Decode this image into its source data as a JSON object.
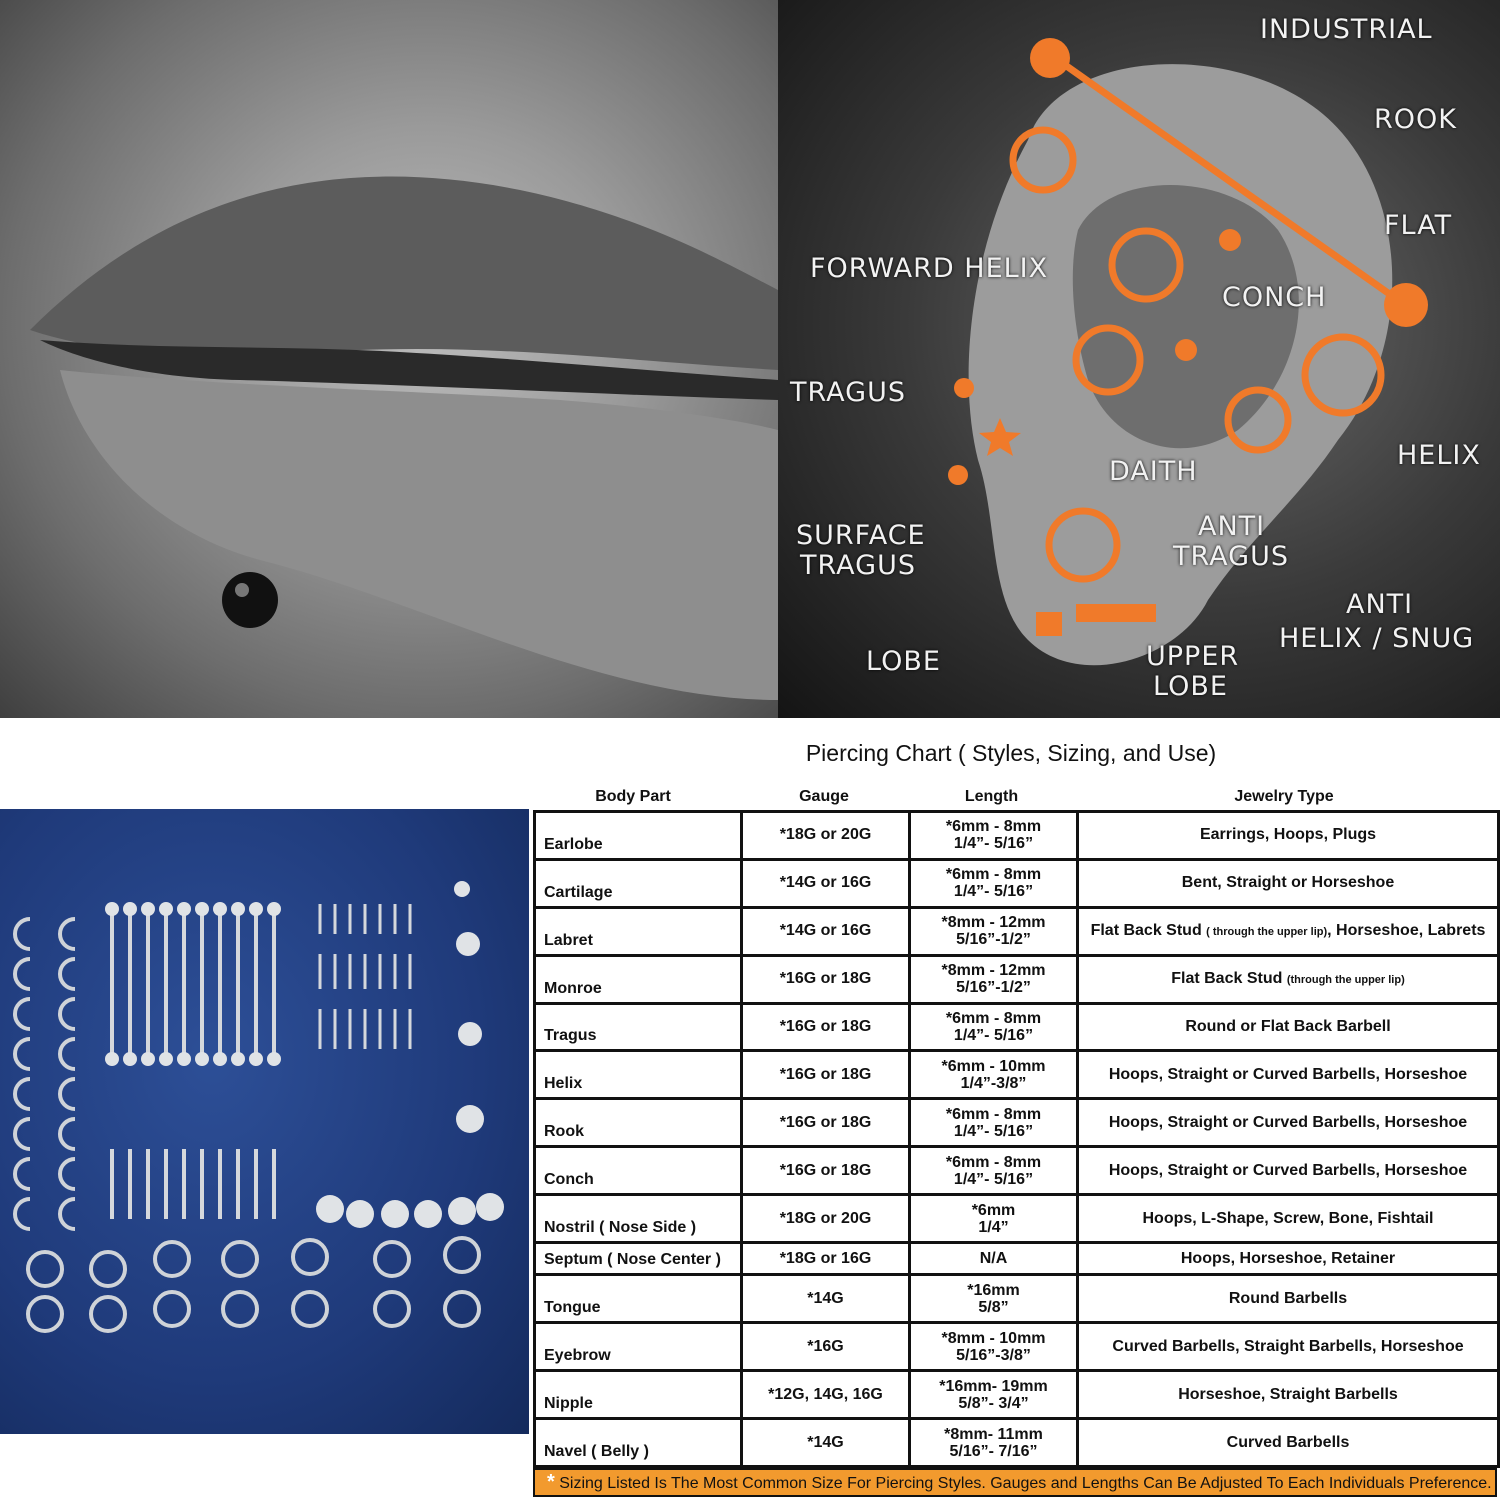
{
  "ear_labels": {
    "industrial": "INDUSTRIAL",
    "rook": "ROOK",
    "flat": "FLAT",
    "forward_helix": "FORWARD HELIX",
    "conch": "CONCH",
    "tragus": "TRAGUS",
    "helix": "HELIX",
    "daith": "DAITH",
    "surface_tragus_1": "SURFACE",
    "surface_tragus_2": "TRAGUS",
    "anti_tragus_1": "ANTI",
    "anti_tragus_2": "TRAGUS",
    "anti_helix_1": "ANTI",
    "anti_helix_2": "HELIX / SNUG",
    "lobe": "LOBE",
    "upper_lobe_1": "UPPER",
    "upper_lobe_2": "LOBE"
  },
  "colors": {
    "accent_orange": "#f07a2a",
    "footnote_bg": "#f29a2e",
    "jewelry_bg": "#1f3a7a"
  },
  "chart": {
    "title": "Piercing Chart ( Styles, Sizing, and Use)",
    "headers": {
      "body_part": "Body Part",
      "gauge": "Gauge",
      "length": "Length",
      "jewelry_type": "Jewelry Type"
    },
    "rows": [
      {
        "part": "Earlobe",
        "gauge": "*18G or 20G",
        "len1": "*6mm - 8mm",
        "len2": "1/4”- 5/16”",
        "type": "Earrings, Hoops, Plugs"
      },
      {
        "part": "Cartilage",
        "gauge": "*14G or 16G",
        "len1": "*6mm - 8mm",
        "len2": "1/4”- 5/16”",
        "type": "Bent, Straight or Horseshoe"
      },
      {
        "part": "Labret",
        "gauge": "*14G or 16G",
        "len1": "*8mm - 12mm",
        "len2": "5/16”-1/2”",
        "type_a": "Flat Back Stud ",
        "type_note": "( through the upper lip)",
        "type_b": ", Horseshoe, Labrets"
      },
      {
        "part": "Monroe",
        "gauge": "*16G or 18G",
        "len1": "*8mm - 12mm",
        "len2": "5/16”-1/2”",
        "type_a": "Flat Back Stud ",
        "type_note": "(through the upper lip)",
        "type_b": ""
      },
      {
        "part": "Tragus",
        "gauge": "*16G or 18G",
        "len1": "*6mm - 8mm",
        "len2": "1/4”- 5/16”",
        "type": "Round or Flat Back Barbell"
      },
      {
        "part": "Helix",
        "gauge": "*16G or 18G",
        "len1": "*6mm - 10mm",
        "len2": "1/4”-3/8”",
        "type": "Hoops, Straight or Curved Barbells, Horseshoe"
      },
      {
        "part": "Rook",
        "gauge": "*16G or 18G",
        "len1": "*6mm - 8mm",
        "len2": "1/4”- 5/16”",
        "type": "Hoops, Straight or Curved Barbells, Horseshoe"
      },
      {
        "part": "Conch",
        "gauge": "*16G or 18G",
        "len1": "*6mm - 8mm",
        "len2": "1/4”- 5/16”",
        "type": "Hoops, Straight or Curved Barbells, Horseshoe"
      },
      {
        "part": "Nostril ( Nose Side )",
        "gauge": "*18G or 20G",
        "len1": "*6mm",
        "len2": "1/4”",
        "type": "Hoops, L-Shape, Screw, Bone, Fishtail"
      },
      {
        "part": "Septum ( Nose Center )",
        "gauge": "*18G or 16G",
        "len1": "N/A",
        "len2": "",
        "type": "Hoops, Horseshoe, Retainer"
      },
      {
        "part": "Tongue",
        "gauge": "*14G",
        "len1": "*16mm",
        "len2": "5/8”",
        "type": "Round Barbells"
      },
      {
        "part": "Eyebrow",
        "gauge": "*16G",
        "len1": "*8mm - 10mm",
        "len2": "5/16”-3/8”",
        "type": "Curved Barbells, Straight Barbells, Horseshoe"
      },
      {
        "part": "Nipple",
        "gauge": "*12G, 14G, 16G",
        "len1": "*16mm- 19mm",
        "len2": "5/8”- 3/4”",
        "type": "Horseshoe, Straight Barbells"
      },
      {
        "part": "Navel ( Belly )",
        "gauge": "*14G",
        "len1": "*8mm- 11mm",
        "len2": "5/16”- 7/16”",
        "type": "Curved Barbells"
      }
    ],
    "footnote_star": "*",
    "footnote": "Sizing Listed Is The Most Common Size For Piercing Styles.  Gauges and Lengths Can Be Adjusted To Each Individuals Preference."
  }
}
